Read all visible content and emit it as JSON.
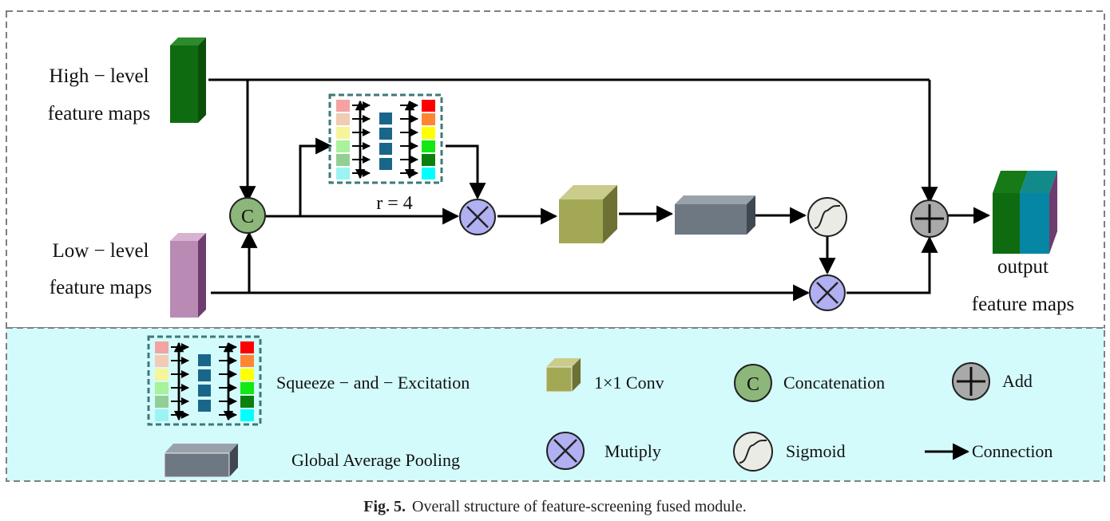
{
  "colors": {
    "high_level": "#0f6b0f",
    "low_level": "#b98ab3",
    "conv": "#a3a855",
    "gap": "#6e7882",
    "concat": "#8db77a",
    "multiply": "#b0b0f2",
    "add": "#a9a9a9",
    "sigmoid": "#ebebe6",
    "legend_bg": "#d4fbfc",
    "se_block": "#19668a",
    "output_a": "#0f6b0f",
    "output_b": "#0586a5"
  },
  "inputs": {
    "high_line1": "High − level",
    "high_line2": "feature maps",
    "low_line1": "Low − level",
    "low_line2": "feature maps"
  },
  "output": {
    "line1": "output",
    "line2": "feature maps"
  },
  "nodes": {
    "concat_symbol": "C",
    "reduction_label": "r = 4"
  },
  "legend": {
    "se": "Squeeze − and − Excitation",
    "conv": "1×1  Conv",
    "concat": "Concatenation",
    "concat_symbol": "C",
    "add": "Add",
    "gap": "Global Average Pooling",
    "multiply": "Mutiply",
    "sigmoid": "Sigmoid",
    "connection": "Connection"
  },
  "caption": {
    "fig": "Fig. 5.",
    "text": "Overall structure of feature-screening fused module."
  }
}
